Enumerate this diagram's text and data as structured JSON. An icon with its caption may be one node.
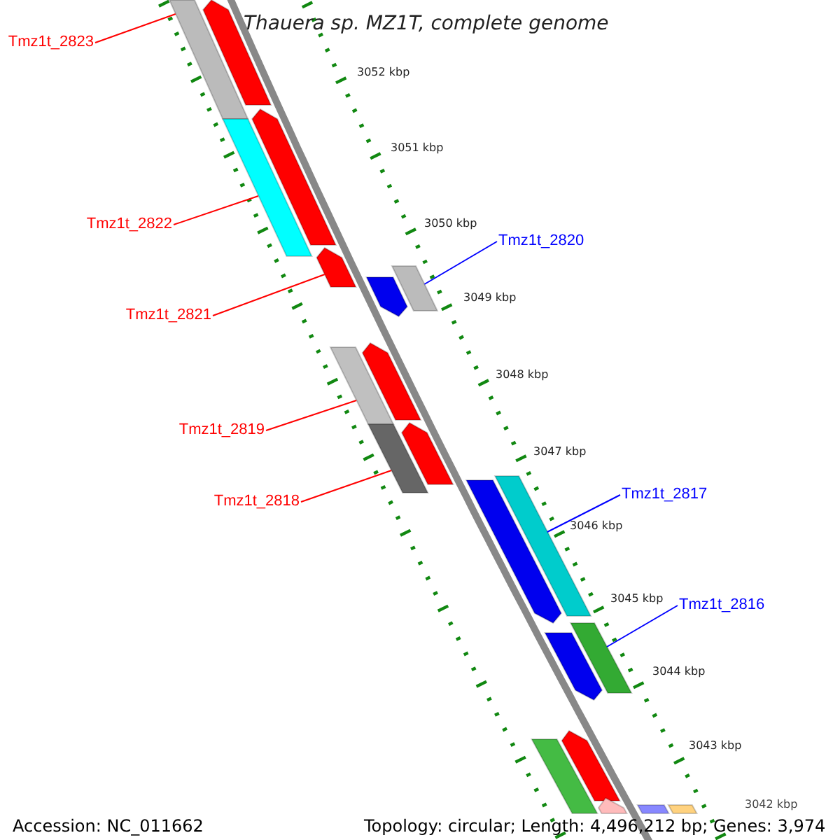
{
  "diagram": {
    "title": "Thauera sp. MZ1T, complete genome",
    "nodes": [
      {
        "text": [
          "Tmz1t_2823"
        ]
      },
      {
        "text": [
          "Tmz1t_2822"
        ]
      },
      {
        "text": [
          "Tmz1t_2820"
        ]
      },
      {
        "text": [
          "Tmz1t_2821"
        ]
      },
      {
        "text": [
          "Tmz1t_2819"
        ]
      },
      {
        "text": [
          "Tmz1t_2817"
        ]
      },
      {
        "text": [
          "Tmz1t_2818"
        ]
      },
      {
        "text": [
          "Tmz1t_2816"
        ]
      },
      {
        "text": [],
        "shape": "bar"
      },
      {
        "text": [],
        "shape": "bar"
      },
      {
        "text": [],
        "shape": "bar"
      },
      {
        "text": [],
        "shape": "bar"
      },
      {
        "text": [],
        "shape": "bar"
      },
      {
        "text": [],
        "shape": "bar"
      },
      {
        "text": [],
        "shape": "bar"
      },
      {
        "text": [],
        "shape": "bar"
      },
      {
        "text": [],
        "shape": "bar"
      },
      {
        "text": [],
        "shape": "bar"
      },
      {
        "text": [],
        "shape": "bar"
      },
      {
        "text": [],
        "shape": "bar"
      },
      {
        "text": [],
        "shape": "bar"
      },
      {
        "text": [],
        "shape": "bar"
      },
      {
        "text": [],
        "shape": "bar"
      },
      {
        "text": [],
        "shape": "bar"
      },
      {
        "text": [],
        "shape": "bar"
      },
      {
        "text": [],
        "shape": "bar"
      },
      {
        "text": [],
        "shape": "bar"
      },
      {
        "text": [],
        "shape": "bar"
      }
    ],
    "edges": [
      {
        "from": 0,
        "to": 8,
        "arrow": "none"
      },
      {
        "from": 1,
        "to": 9,
        "arrow": "none"
      },
      {
        "from": 2,
        "to": 11,
        "arrow": "none",
        "color": "#0000ff"
      },
      {
        "from": 3,
        "to": 10,
        "arrow": "none"
      },
      {
        "from": 4,
        "to": 12,
        "arrow": "none"
      },
      {
        "from": 5,
        "to": 14,
        "arrow": "none",
        "color": "#0000ff"
      },
      {
        "from": 6,
        "to": 13,
        "arrow": "none"
      },
      {
        "from": 7,
        "to": 15,
        "arrow": "none",
        "color": "#0000ff"
      }
    ],
    "labels": [
      "3052 kbp",
      "3051 kbp",
      "3050 kbp",
      "3049 kbp",
      "3048 kbp",
      "3047 kbp",
      "3046 kbp",
      "3045 kbp",
      "3044 kbp",
      "3043 kbp",
      "3042 kbp",
      "Accession: NC_011662",
      "Topology: circular; Length: 4,496,212 bp; Genes: 3,974"
    ]
  }
}
